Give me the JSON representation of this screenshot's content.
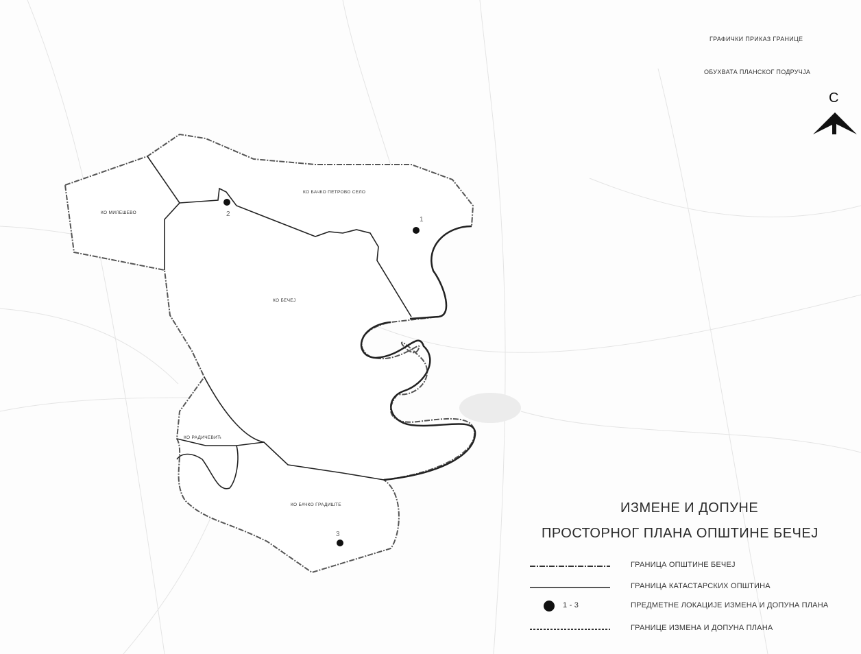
{
  "header": {
    "line1": "ГРАФИЧКИ ПРИКАЗ ГРАНИЦЕ",
    "line2": "ОБУХВАТА ПЛАНСКОГ ПОДРУЧЈА"
  },
  "north": {
    "letter": "С",
    "icon": "north-arrow-icon"
  },
  "regions": {
    "milesevo": "КО МИЛЕШЕВО",
    "petrovo_selo": "КО БАЧКО ПЕТРОВО СЕЛО",
    "becej": "КО БЕЧЕЈ",
    "radicevic": "КО РАДИЧЕВИЋ",
    "gradiste": "КО БАЧКО ГРАДИШТЕ"
  },
  "location_labels": {
    "l1": "1",
    "l2": "2",
    "l3": "3"
  },
  "title": {
    "line1": "ИЗМЕНЕ И ДОПУНЕ",
    "line2": "ПРОСТОРНОГ ПЛАНА ОПШТИНЕ БЕЧЕЈ"
  },
  "legend": {
    "municipality_border": "ГРАНИЦА ОПШТИНЕ БЕЧЕЈ",
    "cadastral_border": "ГРАНИЦА КАТАСТАРСКИХ ОПШТИНА",
    "locations_range": "1 - 3",
    "locations": "ПРЕДМЕТНЕ ЛОКАЦИЈЕ ИЗМЕНА И ДОПУНА ПЛАНА",
    "plan_borders": "ГРАНИЦЕ ИЗМЕНА И ДОПУНА ПЛАНА"
  }
}
